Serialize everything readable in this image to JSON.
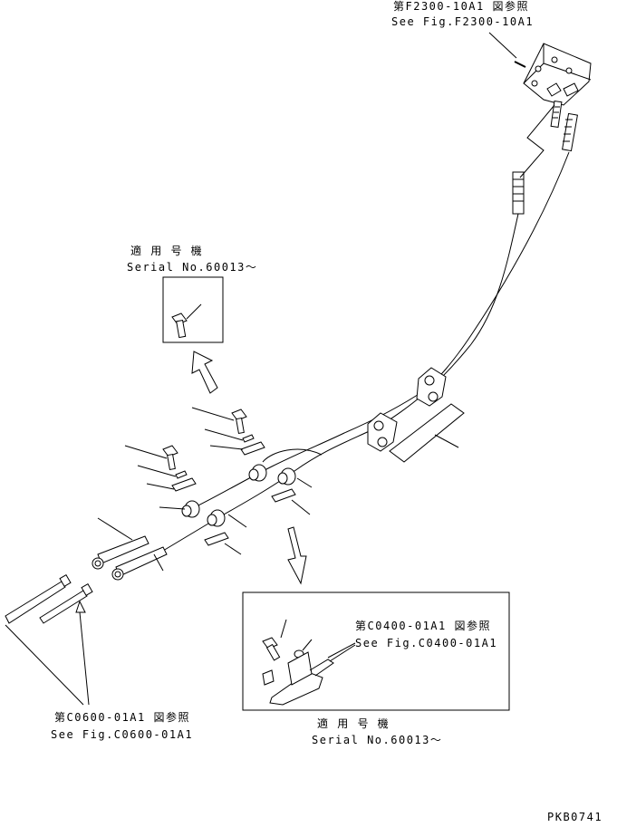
{
  "references": {
    "top_right_ja": "第F2300-10A1 図参照",
    "top_right_en": "See Fig.F2300-10A1",
    "mid_right_ja": "第C0400-01A1 図参照",
    "mid_right_en": "See Fig.C0400-01A1",
    "bottom_left_ja": "第C0600-01A1 図参照",
    "bottom_left_en": "See Fig.C0600-01A1"
  },
  "serial_notes": {
    "upper_ja": "適 用 号 機",
    "upper_en": "Serial No.60013～",
    "lower_ja": "適 用 号 機",
    "lower_en": "Serial No.60013～"
  },
  "drawing_code": "PKB0741"
}
